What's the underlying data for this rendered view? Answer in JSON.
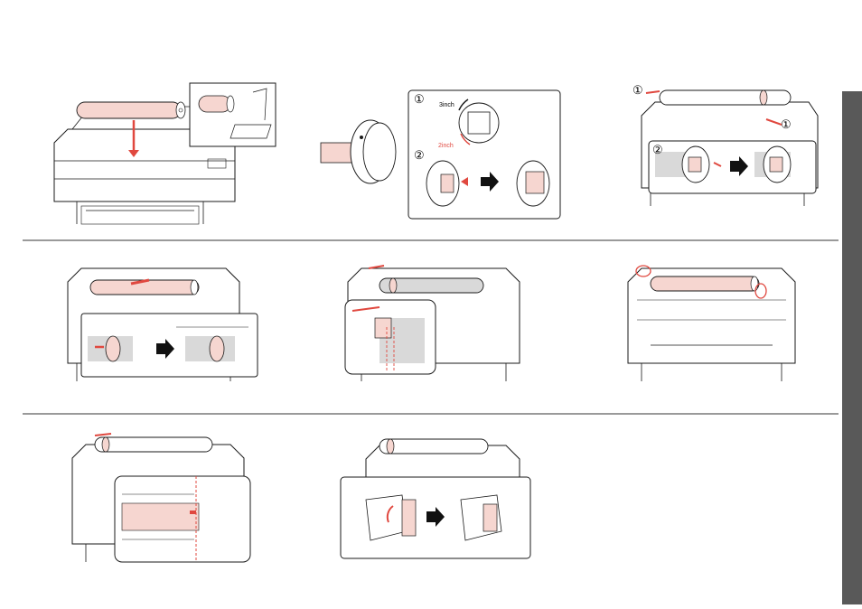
{
  "figures": [
    {
      "id": "fig-1",
      "callouts": []
    },
    {
      "id": "fig-2",
      "callouts": [
        "①",
        "②"
      ],
      "labels": {
        "top": "3inch",
        "bottom": "2inch"
      }
    },
    {
      "id": "fig-3",
      "callouts": [
        "①",
        "①",
        "②"
      ]
    },
    {
      "id": "fig-4",
      "callouts": []
    },
    {
      "id": "fig-5",
      "callouts": []
    },
    {
      "id": "fig-6",
      "callouts": []
    },
    {
      "id": "fig-7",
      "callouts": []
    },
    {
      "id": "fig-8",
      "callouts": []
    }
  ],
  "colors": {
    "line": "#1a1a1a",
    "paper_roll": "#f6d6d0",
    "highlight": "#e0483f",
    "arrow_black": "#111111",
    "grey_panel": "#d9d9d9",
    "side_tab": "#595959",
    "divider": "#9a9a9a"
  },
  "icons": [
    "arrow-right-icon",
    "red-arrow-icon",
    "circled-number-1-icon",
    "circled-number-2-icon"
  ]
}
